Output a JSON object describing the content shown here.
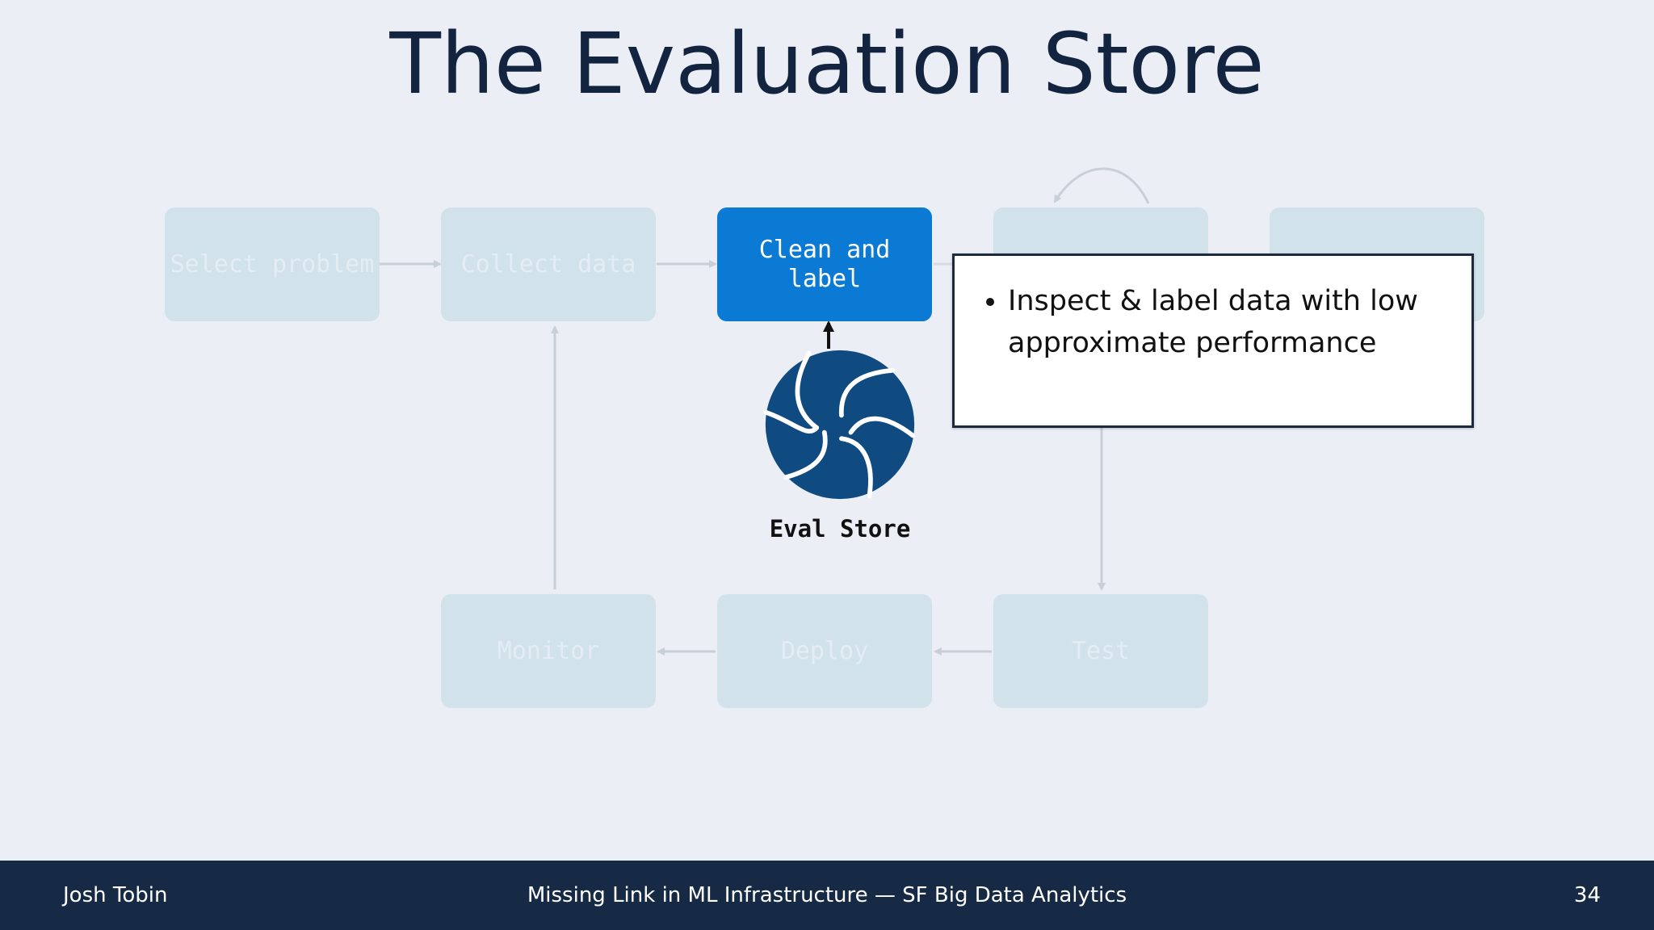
{
  "slide": {
    "title": "The Evaluation Store"
  },
  "diagram": {
    "nodes": {
      "select_problem": "Select problem",
      "collect_data": "Collect data",
      "clean_label": "Clean and\nlabel",
      "train": "",
      "evaluate": "",
      "test": "Test",
      "deploy": "Deploy",
      "monitor": "Monitor"
    },
    "eval_store_label": "Eval Store",
    "eval_store_icon": "camera-shutter-icon",
    "callout_bullets": [
      "Inspect & label data with low approximate performance"
    ],
    "colors": {
      "active_node": "#0a7ad4",
      "faded_node": "#d2e2eb",
      "logo": "#0f4a80",
      "footer": "#172a45"
    }
  },
  "footer": {
    "author": "Josh Tobin",
    "talk": "Missing Link in ML Infrastructure — SF Big Data Analytics",
    "page": "34"
  }
}
